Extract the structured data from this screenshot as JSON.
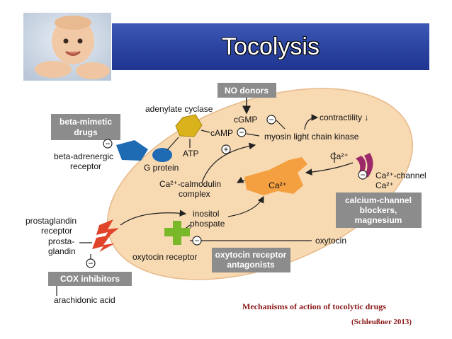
{
  "title": "Tocolysis",
  "diagram": {
    "no_donors": "NO donors",
    "adenylate_cyclase": "adenylate cyclase",
    "cgmp": "cGMP",
    "camp": "cAMP",
    "contractility": "contractility ↓",
    "mlck": "myosin light chain kinase",
    "beta_mimetic_1": "beta-mimetic",
    "beta_mimetic_2": "drugs",
    "beta_receptor_1": "beta-adrenergic",
    "beta_receptor_2": "receptor",
    "g_protein": "G protein",
    "atp": "ATP",
    "ca_cal_1": "Ca²⁺-calmodulin",
    "ca_cal_2": "complex",
    "ca_center": "Ca²⁺",
    "ca_upper": "Ca²⁺",
    "ca_channel_1": "Ca²⁺-channel",
    "ca_channel_2": "Ca²⁺",
    "ccb_1": "calcium-channel",
    "ccb_2": "blockers,",
    "ccb_3": "magnesium",
    "pg_receptor_1": "prostaglandin",
    "pg_receptor_2": "receptor",
    "prosta_1": "prosta-",
    "prosta_2": "glandin",
    "inositol_1": "inositol",
    "inositol_2": "phospate",
    "oxytocin": "oxytocin",
    "oxytocin_receptor": "oxytocin receptor",
    "ora_1": "oxytocin receptor",
    "ora_2": "antagonists",
    "cox": "COX inhibitors",
    "arachidonic": "arachidonic acid",
    "minus": "−",
    "plus": "+"
  },
  "caption": "Mechanisms of action of tocolytic drugs",
  "citation": "(Schleußner 2013)",
  "colors": {
    "cell": "#f7d9b2",
    "cell_stroke": "#e7b98a",
    "drug_box": "#8c8c8c",
    "title_bar": "#2b43a0",
    "receptor_blue": "#1f6bb3",
    "cyclase_yellow": "#d9b21c",
    "oxytocin_green": "#79b829",
    "pg_red": "#e0452a",
    "calmodulin_orange": "#f5a040",
    "channel_purple": "#9c2a6a"
  }
}
